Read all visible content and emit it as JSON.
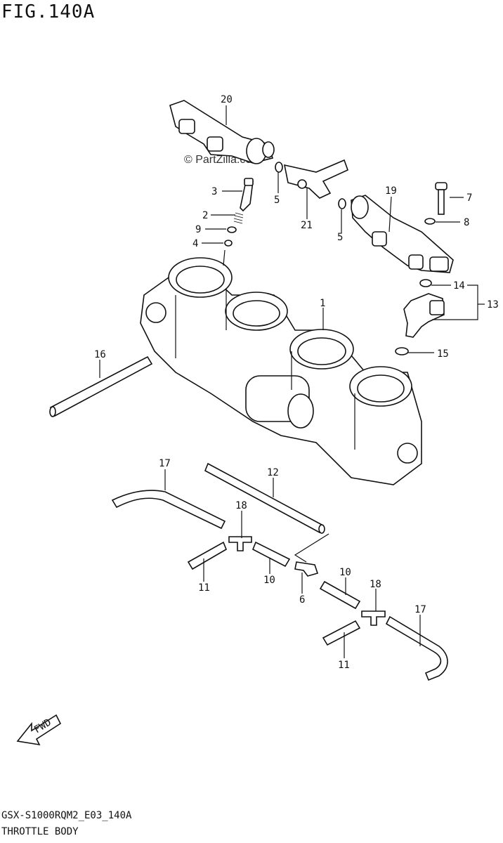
{
  "figure": {
    "title": "FIG.140A",
    "watermark": "© PartZilla.com",
    "footer_code": "GSX-S1000RQM2_E03_140A",
    "footer_name": "THROTTLE BODY",
    "direction_label": "FWD"
  },
  "callouts": {
    "c1": "1",
    "c2": "2",
    "c3": "3",
    "c4": "4",
    "c5a": "5",
    "c5b": "5",
    "c6": "6",
    "c7": "7",
    "c8": "8",
    "c9": "9",
    "c10a": "10",
    "c10b": "10",
    "c11a": "11",
    "c11b": "11",
    "c12": "12",
    "c13": "13",
    "c14": "14",
    "c15": "15",
    "c16": "16",
    "c17a": "17",
    "c17b": "17",
    "c18a": "18",
    "c18b": "18",
    "c19": "19",
    "c20": "20",
    "c21": "21"
  }
}
